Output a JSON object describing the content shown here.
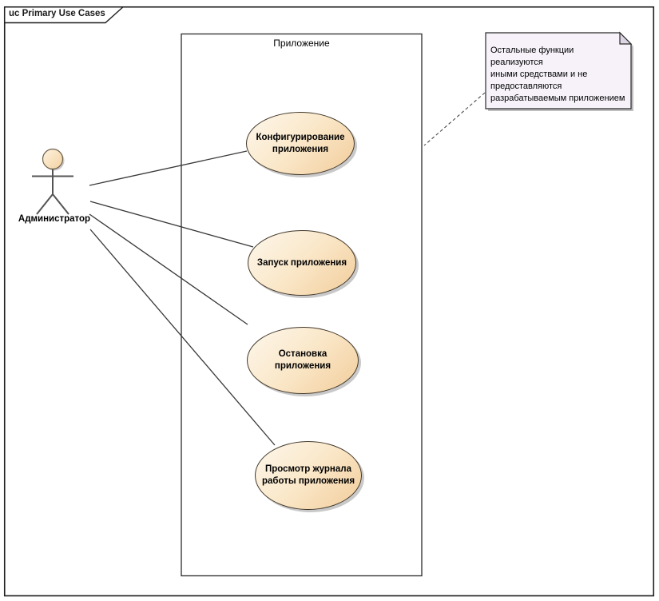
{
  "frame": {
    "label": "uc Primary Use Cases"
  },
  "system_boundary": {
    "label": "Приложение"
  },
  "actor": {
    "label": "Администратор"
  },
  "use_cases": [
    {
      "label": "Конфигурирование приложения"
    },
    {
      "label": "Запуск приложения"
    },
    {
      "label": "Остановка приложения"
    },
    {
      "label": "Просмотр журнала работы приложения"
    }
  ],
  "note": {
    "lines": [
      "Остальные функции реализуются",
      "иными средствами и не",
      "предоставляются",
      "разрабатываемым приложением"
    ]
  },
  "colors": {
    "usecase_fill_light": "#fdf7ec",
    "usecase_fill_dark": "#f2cd9b",
    "usecase_border": "#42382a",
    "note_bg": "#f7f2fa",
    "note_fold": "#ddd5e4",
    "shadow": "#c9c9c9",
    "line": "#383838"
  }
}
